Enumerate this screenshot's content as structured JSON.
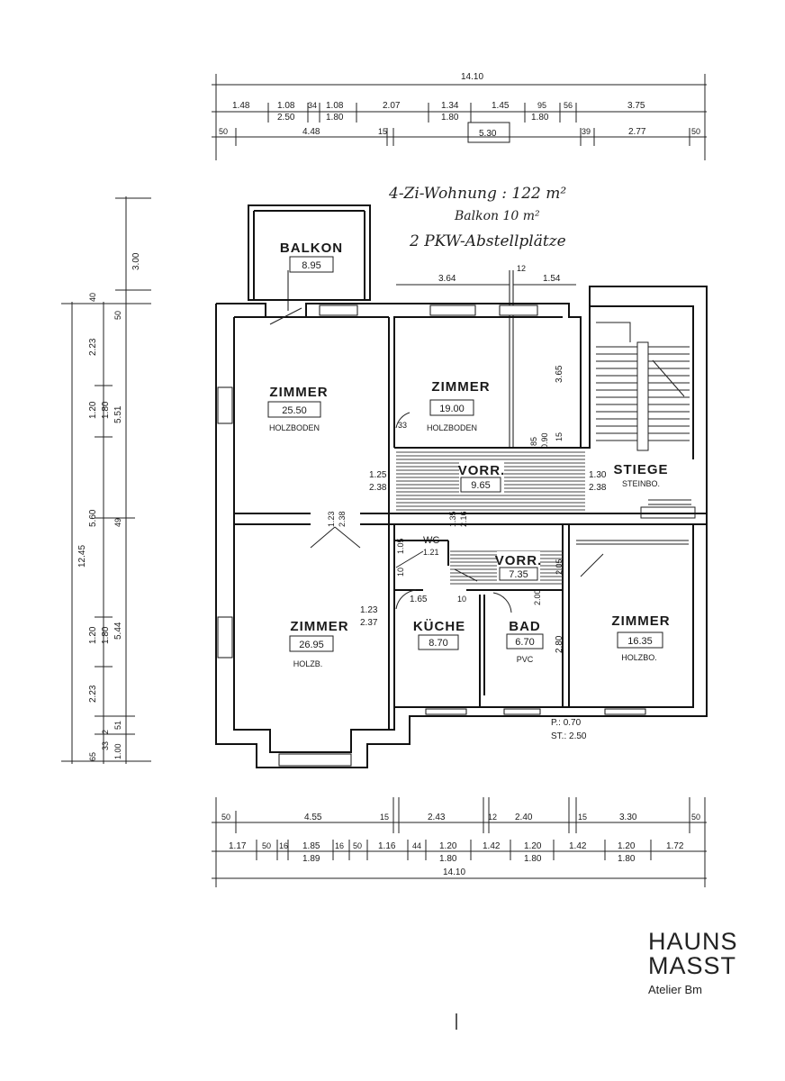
{
  "header": {
    "title": "4-Zi-Wohnung : 122 m²",
    "balcony": "Balkon   10 m²",
    "parking": "2 PKW-Abstellplätze"
  },
  "rooms": [
    {
      "name": "BALKON",
      "area": "8.95",
      "floor": ""
    },
    {
      "name": "ZIMMER",
      "area": "25.50",
      "floor": "HOLZBODEN"
    },
    {
      "name": "ZIMMER",
      "area": "19.00",
      "floor": "HOLZBODEN"
    },
    {
      "name": "VORR.",
      "area": "9.65",
      "floor": ""
    },
    {
      "name": "STIEGE",
      "area": "",
      "floor": "STEINBO."
    },
    {
      "name": "WC",
      "area": "1.21",
      "floor": ""
    },
    {
      "name": "VORR.",
      "area": "7.35",
      "floor": ""
    },
    {
      "name": "ZIMMER",
      "area": "26.95",
      "floor": "HOLZB."
    },
    {
      "name": "KÜCHE",
      "area": "8.70",
      "floor": ""
    },
    {
      "name": "BAD",
      "area": "6.70",
      "floor": "PVC"
    },
    {
      "name": "ZIMMER",
      "area": "16.35",
      "floor": "HOLZBO."
    }
  ],
  "dimensions": {
    "top_total": "14.10",
    "top_row1": [
      "1.48",
      "1.08",
      "34",
      "1.08",
      "2.07",
      "1.34",
      "1.45",
      "95",
      "56",
      "3.75"
    ],
    "top_row1_sub": [
      "2.50",
      "1.80",
      "1.80",
      "1.80"
    ],
    "top_row2": [
      "50",
      "4.48",
      "15",
      "5.30",
      "39",
      "2.77",
      "50"
    ],
    "inner_top": [
      "3.64",
      "12",
      "1.54"
    ],
    "left_outer": "12.45",
    "left_mid": [
      "5.60",
      "5.51",
      "5.44",
      "3.00"
    ],
    "left_inner": [
      "2.23",
      "1.20",
      "1.80",
      "49",
      "1.20",
      "1.80",
      "2.23",
      "51",
      "40",
      "50",
      "65",
      "33",
      "2",
      "1.00"
    ],
    "bottom_row1": [
      "50",
      "4.55",
      "15",
      "2.43",
      "12",
      "2.40",
      "15",
      "3.30",
      "50"
    ],
    "bottom_row2": [
      "1.17",
      "50",
      "16",
      "1.85",
      "16",
      "50",
      "1.16",
      "44",
      "1.20",
      "1.42",
      "1.20",
      "1.42",
      "1.20",
      "1.72"
    ],
    "bottom_row2_sub": [
      "1.89",
      "1.80",
      "1.80",
      "1.80"
    ],
    "bottom_total": "14.10",
    "misc": [
      "1.25",
      "2.38",
      "1.30",
      "2.38",
      "1.23",
      "2.38",
      "1.23",
      "2.37",
      "1.65",
      "10",
      "2.80",
      "3.65",
      "2.05",
      "1.05",
      "1.35",
      "2.16",
      "33",
      "85",
      "15",
      "0.90",
      "2.00",
      "10"
    ],
    "parapet": "P.: 0.70",
    "ceiling": "ST.: 2.50"
  },
  "logo": {
    "line1": "HAUNS",
    "line2": "MASST",
    "line3": "Atelier Bm"
  }
}
